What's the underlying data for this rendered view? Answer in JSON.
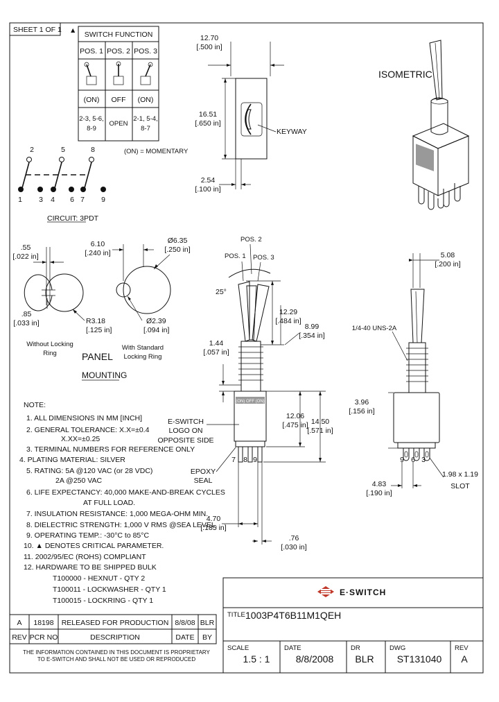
{
  "sheet": {
    "label": "SHEET 1 OF 1",
    "triangle": "▲"
  },
  "switch_function": {
    "title": "SWITCH FUNCTION",
    "positions": [
      "POS. 1",
      "POS. 2",
      "POS. 3"
    ],
    "states": [
      "(ON)",
      "OFF",
      "(ON)"
    ],
    "connections": [
      [
        "2-3, 5-6,",
        "8-9"
      ],
      [
        "OPEN"
      ],
      [
        "2-1, 5-4,",
        "8-7"
      ]
    ],
    "momentary_note": "(ON) = MOMENTARY"
  },
  "circuit": {
    "top_labels": [
      "2",
      "5",
      "8"
    ],
    "bottom_labels": [
      "1",
      "3",
      "4",
      "6",
      "7",
      "9"
    ],
    "caption": "CIRCUIT: 3PDT"
  },
  "front_view": {
    "width_mm": "12.70",
    "width_in": "[.500 in]",
    "height_mm": "16.51",
    "height_in": "[.650 in]",
    "offset_mm": "2.54",
    "offset_in": "[.100 in]",
    "keyway": "KEYWAY"
  },
  "isometric": {
    "label": "ISOMETRIC"
  },
  "panel": {
    "dims": {
      "a_mm": ".55",
      "a_in": "[.022 in]",
      "b_mm": "6.10",
      "b_in": "[.240 in]",
      "c_mm": "Ø6.35",
      "c_in": "[.250 in]",
      "d_mm": ".85",
      "d_in": "[.033 in]",
      "e_mm": "R3.18",
      "e_in": "[.125 in]",
      "f_mm": "Ø2.39",
      "f_in": "[.094 in]"
    },
    "without_ring": [
      "Without Locking",
      "Ring"
    ],
    "with_ring": [
      "With Standard",
      "Locking Ring"
    ],
    "title": "PANEL",
    "subtitle": "MOUNTING"
  },
  "side_view": {
    "pos1": "POS. 1",
    "pos2": "POS. 2",
    "pos3": "POS. 3",
    "angle": "25°",
    "d1_mm": "12.29",
    "d1_in": "[.484 in]",
    "d2_mm": "8.99",
    "d2_in": "[.354 in]",
    "d3_mm": "1.44",
    "d3_in": "[.057 in]",
    "d4_mm": "12.06",
    "d4_in": "[.475 in]",
    "d5_mm": "14.50",
    "d5_in": "[.571 in]",
    "d6_mm": "4.70",
    "d6_in": "[.185 in]",
    "d7_mm": ".76",
    "d7_in": "[.030 in]",
    "logo_note": [
      "E-SWITCH",
      "LOGO ON",
      "OPPOSITE SIDE"
    ],
    "epoxy": [
      "EPOXY",
      "SEAL"
    ],
    "pins": [
      "7",
      "8",
      "9"
    ],
    "body_marks": "(ON) OFF (ON)"
  },
  "end_view": {
    "d1_mm": "5.08",
    "d1_in": "[.200 in]",
    "thread": "1/4-40 UNS-2A",
    "d2_mm": "3.96",
    "d2_in": "[.156 in]",
    "d3_mm": "4.83",
    "d3_in": "[.190 in]",
    "slot_size": "1.98 x 1.19",
    "slot": "SLOT",
    "pins": [
      "9",
      "6",
      "3"
    ]
  },
  "notes": {
    "header": "NOTE:",
    "lines": [
      "1. ALL DIMENSIONS IN MM [INCH]",
      "2. GENERAL TOLERANCE: X.X=±0.4",
      "X.XX=±0.25",
      "3. TERMINAL NUMBERS FOR REFERENCE ONLY",
      "4. PLATING MATERIAL: SILVER",
      "5. RATING: 5A @120 VAC (or 28 VDC)",
      "2A @250 VAC",
      "6. LIFE EXPECTANCY: 40,000 MAKE-AND-BREAK CYCLES",
      "AT FULL LOAD.",
      "7. INSULATION RESISTANCE: 1,000 MEGA-OHM MIN.",
      "8. DIELECTRIC STRENGTH: 1,000 V RMS @SEA LEVEL.",
      "9. OPERATING TEMP.: -30°C to 85°C",
      "10. ▲ DENOTES CRITICAL PARAMETER.",
      "11. 2002/95/EC (ROHS) COMPLIANT",
      "12. HARDWARE TO BE SHIPPED BULK",
      "T100000 - HEXNUT - QTY 2",
      "T100011 - LOCKWASHER - QTY 1",
      "T100015 - LOCKRING - QTY 1"
    ]
  },
  "title_block": {
    "company": "E·SWITCH",
    "title_label": "TITLE",
    "title": "1003P4T6B11M1QEH",
    "scale_label": "SCALE",
    "scale": "1.5 : 1",
    "date_label": "DATE",
    "date": "8/8/2008",
    "dr_label": "DR",
    "dr": "BLR",
    "dwg_label": "DWG",
    "dwg": "ST131040",
    "rev_label": "REV",
    "rev": "A"
  },
  "revision_table": {
    "row": {
      "rev": "A",
      "pcr": "18198",
      "desc": "RELEASED FOR PRODUCTION",
      "date": "8/8/08",
      "by": "BLR"
    },
    "headers": {
      "rev": "REV",
      "pcr": "PCR NO",
      "desc": "DESCRIPTION",
      "date": "DATE",
      "by": "BY"
    }
  },
  "proprietary": [
    "THE INFORMATION CONTAINED IN THIS DOCUMENT IS PROPRIETARY",
    "TO E-SWITCH AND SHALL NOT BE USED OR REPRODUCED"
  ]
}
